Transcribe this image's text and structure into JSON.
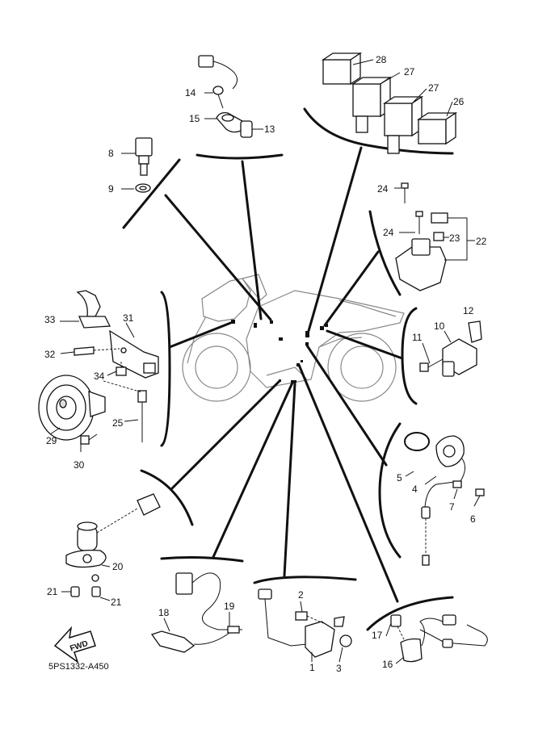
{
  "diagram": {
    "code": "5PS1332-A450",
    "direction_label": "FWD",
    "callouts": [
      "1",
      "2",
      "3",
      "4",
      "5",
      "6",
      "7",
      "8",
      "9",
      "10",
      "11",
      "12",
      "13",
      "14",
      "15",
      "16",
      "17",
      "18",
      "19",
      "20",
      "21",
      "21",
      "22",
      "23",
      "24",
      "24",
      "25",
      "26",
      "27",
      "27",
      "28",
      "29",
      "30",
      "31",
      "32",
      "33",
      "34"
    ]
  }
}
